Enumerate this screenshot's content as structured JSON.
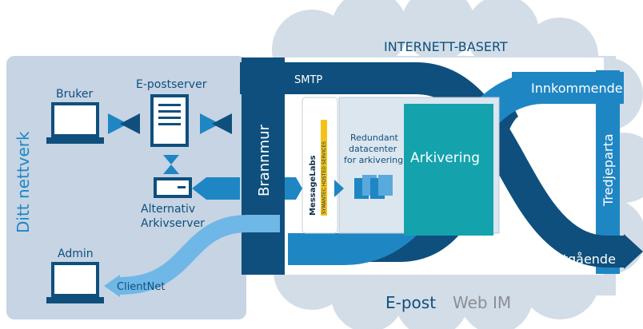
{
  "labels": {
    "internet": "INTERNETT-BASERT",
    "smtp": "SMTP",
    "innkommende": "Innkommende",
    "utgaende": "Utgående",
    "tredjeparta": "Tredjeparta",
    "brannmur": "Brannmur",
    "ditt_nettverk": "Ditt nettverk",
    "bruker": "Bruker",
    "epostserver": "E-postserver",
    "alternativ": "Alternativ",
    "arkivserver": "Arkivserver",
    "admin": "Admin",
    "clientnet": "ClientNet",
    "redundant": "Redundant",
    "datacenter": "datacenter",
    "for_arkivering": "for arkivering",
    "arkivering": "Arkivering",
    "messagelabs": "MessageLabs",
    "symantec": "SYMANTEC HOSTED SERVICES",
    "epost": "E-post",
    "webim": "Web IM"
  },
  "colors": {
    "dark_blue": "#0f4f7d",
    "mid_blue": "#1f86c4",
    "light_blue": "#6fb7e6",
    "panel_bg": "#c6d4e4",
    "cloud": "#d3dde8",
    "teal": "#14a3ad",
    "gray_text": "#8b8f95"
  }
}
